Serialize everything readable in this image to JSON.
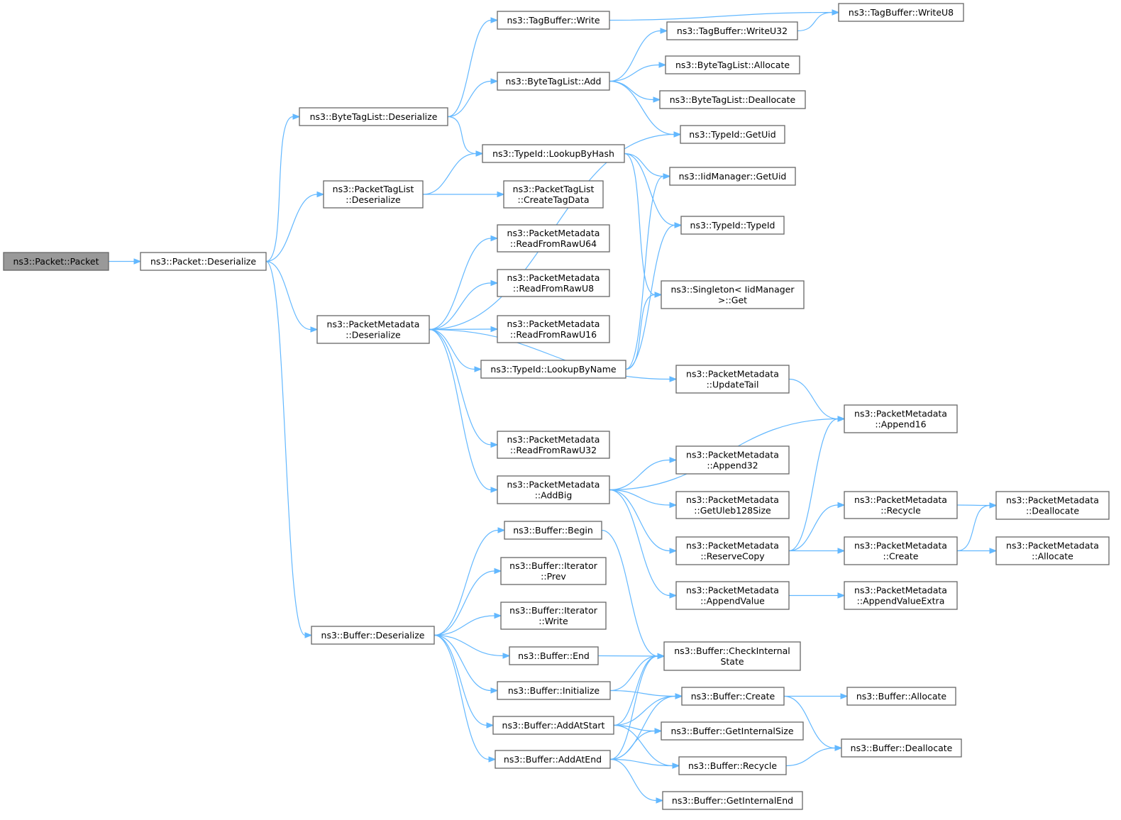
{
  "graph": {
    "colors": {
      "edge": "#63b8ff",
      "node_border": "#666666",
      "root_fill": "#999999",
      "node_fill": "#ffffff"
    },
    "nodes": [
      {
        "id": "n0",
        "lines": [
          "ns3::Packet::Packet"
        ],
        "root": true
      },
      {
        "id": "n1",
        "lines": [
          "ns3::Packet::Deserialize"
        ]
      },
      {
        "id": "n2",
        "lines": [
          "ns3::ByteTagList::Deserialize"
        ]
      },
      {
        "id": "n3",
        "lines": [
          "ns3::PacketTagList",
          "::Deserialize"
        ]
      },
      {
        "id": "n4",
        "lines": [
          "ns3::PacketMetadata",
          "::Deserialize"
        ]
      },
      {
        "id": "n5",
        "lines": [
          "ns3::Buffer::Deserialize"
        ]
      },
      {
        "id": "n6",
        "lines": [
          "ns3::TagBuffer::Write"
        ]
      },
      {
        "id": "n7",
        "lines": [
          "ns3::ByteTagList::Add"
        ]
      },
      {
        "id": "n8",
        "lines": [
          "ns3::TypeId::LookupByHash"
        ]
      },
      {
        "id": "n9",
        "lines": [
          "ns3::PacketTagList",
          "::CreateTagData"
        ]
      },
      {
        "id": "n10",
        "lines": [
          "ns3::PacketMetadata",
          "::ReadFromRawU64"
        ]
      },
      {
        "id": "n11",
        "lines": [
          "ns3::PacketMetadata",
          "::ReadFromRawU8"
        ]
      },
      {
        "id": "n12",
        "lines": [
          "ns3::PacketMetadata",
          "::ReadFromRawU16"
        ]
      },
      {
        "id": "n13",
        "lines": [
          "ns3::TypeId::LookupByName"
        ]
      },
      {
        "id": "n14",
        "lines": [
          "ns3::PacketMetadata",
          "::ReadFromRawU32"
        ]
      },
      {
        "id": "n15",
        "lines": [
          "ns3::PacketMetadata",
          "::AddBig"
        ]
      },
      {
        "id": "n16",
        "lines": [
          "ns3::Buffer::Begin"
        ]
      },
      {
        "id": "n17",
        "lines": [
          "ns3::Buffer::Iterator",
          "::Prev"
        ]
      },
      {
        "id": "n18",
        "lines": [
          "ns3::Buffer::Iterator",
          "::Write"
        ]
      },
      {
        "id": "n19",
        "lines": [
          "ns3::Buffer::End"
        ]
      },
      {
        "id": "n20",
        "lines": [
          "ns3::Buffer::Initialize"
        ]
      },
      {
        "id": "n21",
        "lines": [
          "ns3::Buffer::AddAtStart"
        ]
      },
      {
        "id": "n22",
        "lines": [
          "ns3::Buffer::AddAtEnd"
        ]
      },
      {
        "id": "n23",
        "lines": [
          "ns3::TagBuffer::WriteU32"
        ]
      },
      {
        "id": "n24",
        "lines": [
          "ns3::ByteTagList::Allocate"
        ]
      },
      {
        "id": "n25",
        "lines": [
          "ns3::ByteTagList::Deallocate"
        ]
      },
      {
        "id": "n26",
        "lines": [
          "ns3::TypeId::GetUid"
        ]
      },
      {
        "id": "n27",
        "lines": [
          "ns3::IidManager::GetUid"
        ]
      },
      {
        "id": "n28",
        "lines": [
          "ns3::TypeId::TypeId"
        ]
      },
      {
        "id": "n29",
        "lines": [
          "ns3::Singleton< IidManager",
          ">::Get"
        ]
      },
      {
        "id": "n30",
        "lines": [
          "ns3::PacketMetadata",
          "::UpdateTail"
        ]
      },
      {
        "id": "n31",
        "lines": [
          "ns3::PacketMetadata",
          "::Append32"
        ]
      },
      {
        "id": "n32",
        "lines": [
          "ns3::PacketMetadata",
          "::GetUleb128Size"
        ]
      },
      {
        "id": "n33",
        "lines": [
          "ns3::PacketMetadata",
          "::ReserveCopy"
        ]
      },
      {
        "id": "n34",
        "lines": [
          "ns3::PacketMetadata",
          "::AppendValue"
        ]
      },
      {
        "id": "n35",
        "lines": [
          "ns3::Buffer::CheckInternal",
          "State"
        ]
      },
      {
        "id": "n36",
        "lines": [
          "ns3::Buffer::Create"
        ]
      },
      {
        "id": "n37",
        "lines": [
          "ns3::Buffer::GetInternalSize"
        ]
      },
      {
        "id": "n38",
        "lines": [
          "ns3::Buffer::Recycle"
        ]
      },
      {
        "id": "n39",
        "lines": [
          "ns3::Buffer::GetInternalEnd"
        ]
      },
      {
        "id": "n40",
        "lines": [
          "ns3::TagBuffer::WriteU8"
        ]
      },
      {
        "id": "n41",
        "lines": [
          "ns3::PacketMetadata",
          "::Append16"
        ]
      },
      {
        "id": "n42",
        "lines": [
          "ns3::PacketMetadata",
          "::Recycle"
        ]
      },
      {
        "id": "n43",
        "lines": [
          "ns3::PacketMetadata",
          "::Create"
        ]
      },
      {
        "id": "n44",
        "lines": [
          "ns3::PacketMetadata",
          "::AppendValueExtra"
        ]
      },
      {
        "id": "n45",
        "lines": [
          "ns3::Buffer::Allocate"
        ]
      },
      {
        "id": "n46",
        "lines": [
          "ns3::Buffer::Deallocate"
        ]
      },
      {
        "id": "n47",
        "lines": [
          "ns3::PacketMetadata",
          "::Deallocate"
        ]
      },
      {
        "id": "n48",
        "lines": [
          "ns3::PacketMetadata",
          "::Allocate"
        ]
      }
    ],
    "edges": [
      [
        "n0",
        "n1"
      ],
      [
        "n1",
        "n2"
      ],
      [
        "n1",
        "n3"
      ],
      [
        "n1",
        "n4"
      ],
      [
        "n1",
        "n5"
      ],
      [
        "n2",
        "n6"
      ],
      [
        "n2",
        "n7"
      ],
      [
        "n2",
        "n8"
      ],
      [
        "n3",
        "n8"
      ],
      [
        "n3",
        "n9"
      ],
      [
        "n4",
        "n26"
      ],
      [
        "n4",
        "n10"
      ],
      [
        "n4",
        "n11"
      ],
      [
        "n4",
        "n12"
      ],
      [
        "n4",
        "n13"
      ],
      [
        "n4",
        "n30"
      ],
      [
        "n4",
        "n14"
      ],
      [
        "n4",
        "n15"
      ],
      [
        "n5",
        "n16"
      ],
      [
        "n5",
        "n17"
      ],
      [
        "n5",
        "n18"
      ],
      [
        "n5",
        "n19"
      ],
      [
        "n5",
        "n20"
      ],
      [
        "n5",
        "n21"
      ],
      [
        "n5",
        "n22"
      ],
      [
        "n6",
        "n40"
      ],
      [
        "n7",
        "n23"
      ],
      [
        "n7",
        "n24"
      ],
      [
        "n7",
        "n25"
      ],
      [
        "n7",
        "n26"
      ],
      [
        "n23",
        "n40"
      ],
      [
        "n8",
        "n27"
      ],
      [
        "n8",
        "n28"
      ],
      [
        "n8",
        "n29"
      ],
      [
        "n13",
        "n27"
      ],
      [
        "n13",
        "n28"
      ],
      [
        "n13",
        "n29"
      ],
      [
        "n30",
        "n41"
      ],
      [
        "n15",
        "n41"
      ],
      [
        "n15",
        "n31"
      ],
      [
        "n15",
        "n32"
      ],
      [
        "n15",
        "n33"
      ],
      [
        "n15",
        "n34"
      ],
      [
        "n33",
        "n41"
      ],
      [
        "n33",
        "n42"
      ],
      [
        "n33",
        "n43"
      ],
      [
        "n42",
        "n47"
      ],
      [
        "n43",
        "n47"
      ],
      [
        "n43",
        "n48"
      ],
      [
        "n34",
        "n44"
      ],
      [
        "n16",
        "n35"
      ],
      [
        "n19",
        "n35"
      ],
      [
        "n20",
        "n35"
      ],
      [
        "n20",
        "n36"
      ],
      [
        "n21",
        "n35"
      ],
      [
        "n21",
        "n36"
      ],
      [
        "n21",
        "n37"
      ],
      [
        "n21",
        "n38"
      ],
      [
        "n22",
        "n35"
      ],
      [
        "n22",
        "n36"
      ],
      [
        "n22",
        "n37"
      ],
      [
        "n22",
        "n38"
      ],
      [
        "n22",
        "n39"
      ],
      [
        "n36",
        "n45"
      ],
      [
        "n36",
        "n46"
      ],
      [
        "n38",
        "n46"
      ]
    ]
  }
}
